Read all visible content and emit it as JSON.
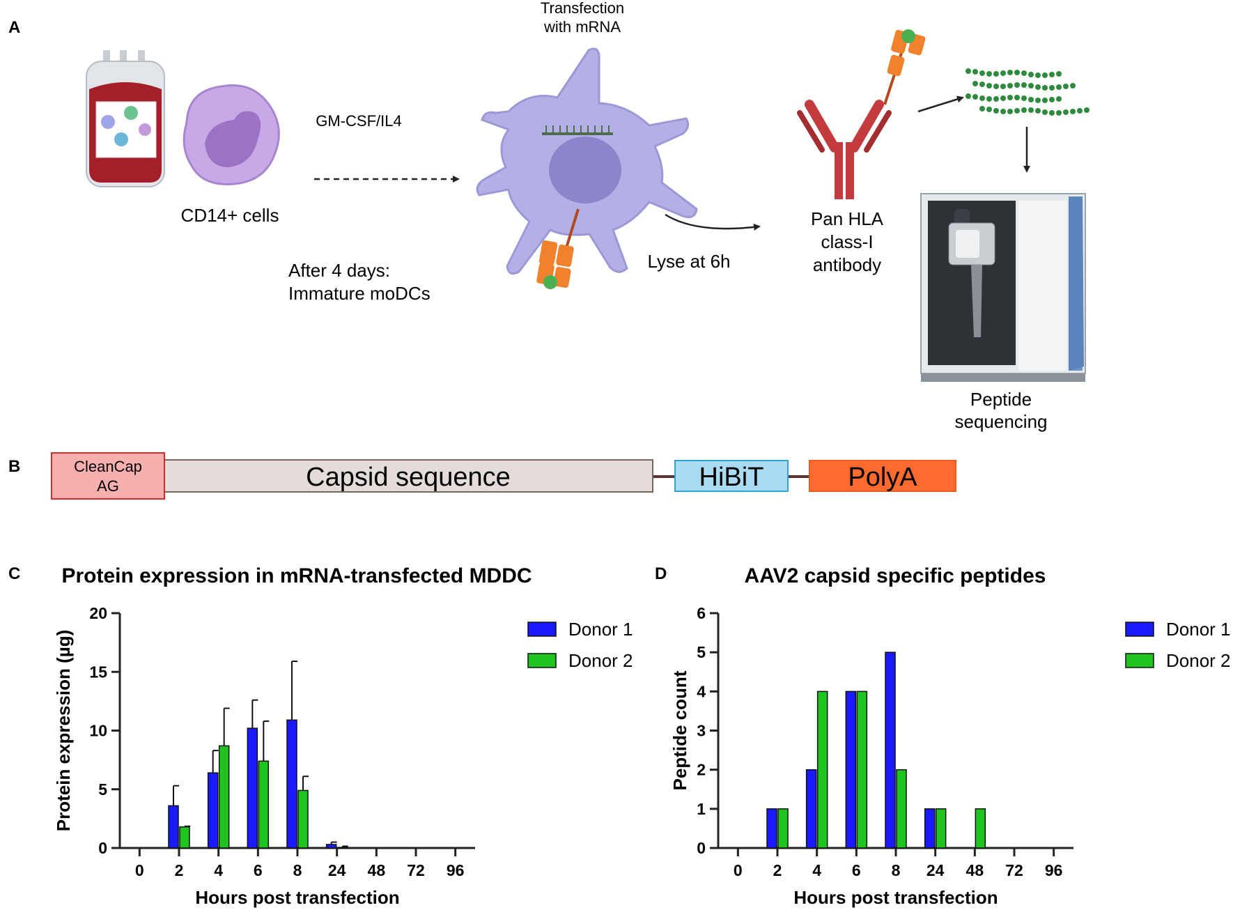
{
  "panels": {
    "a": "A",
    "b": "B",
    "c": "C",
    "d": "D"
  },
  "panel_a": {
    "cells_label": "CD14+ cells",
    "cytokines": "GM-CSF/IL4",
    "after_days_1": "After 4 days:",
    "after_days_2": "Immature moDCs",
    "transfection_1": "Transfection",
    "transfection_2": "with mRNA",
    "lyse": "Lyse at 6h",
    "antibody_1": "Pan HLA",
    "antibody_2": "class-I",
    "antibody_3": "antibody",
    "sequencing_1": "Peptide",
    "sequencing_2": "sequencing"
  },
  "panel_b": {
    "cap_1": "CleanCap",
    "cap_2": "AG",
    "capsid": "Capsid sequence",
    "hibit": "HiBiT",
    "polya": "PolyA"
  },
  "colors": {
    "donor1": "#1a1aff",
    "donor2": "#1fc41f",
    "cap_fill": "#f7b0ae",
    "hibit_fill": "#a9dcf2",
    "polya_fill": "#ff6a2e",
    "capsid_fill": "#e4dcda",
    "cell_purple": "#b3b0e6",
    "antibody_red": "#c33b3d"
  },
  "chart_data": [
    {
      "type": "bar",
      "title": "Protein expression in mRNA-transfected MDDC",
      "xlabel": "Hours post transfection",
      "ylabel": "Protein expression (µg)",
      "categories": [
        "0",
        "2",
        "4",
        "6",
        "8",
        "24",
        "48",
        "72",
        "96"
      ],
      "ylim": [
        0,
        20
      ],
      "yticks": [
        "0",
        "5",
        "10",
        "15",
        "20"
      ],
      "legend_position": "top-right",
      "grid": false,
      "series": [
        {
          "name": "Donor 1",
          "values": [
            0,
            3.6,
            6.4,
            10.2,
            10.9,
            0.3,
            0,
            0,
            0
          ],
          "error": [
            0,
            1.7,
            1.9,
            2.4,
            5.0,
            0.2,
            0,
            0,
            0
          ]
        },
        {
          "name": "Donor 2",
          "values": [
            0,
            1.8,
            8.7,
            7.4,
            4.9,
            0.05,
            0,
            0,
            0
          ],
          "error": [
            0,
            0.05,
            3.2,
            3.4,
            1.2,
            0.1,
            0,
            0,
            0
          ]
        }
      ]
    },
    {
      "type": "bar",
      "title": "AAV2 capsid specific peptides",
      "xlabel": "Hours post transfection",
      "ylabel": "Peptide count",
      "categories": [
        "0",
        "2",
        "4",
        "6",
        "8",
        "24",
        "48",
        "72",
        "96"
      ],
      "ylim": [
        0,
        6
      ],
      "yticks": [
        "0",
        "1",
        "2",
        "3",
        "4",
        "5",
        "6"
      ],
      "legend_position": "top-right",
      "grid": false,
      "series": [
        {
          "name": "Donor 1",
          "values": [
            0,
            1,
            2,
            4,
            5,
            1,
            0,
            0,
            0
          ]
        },
        {
          "name": "Donor 2",
          "values": [
            0,
            1,
            4,
            4,
            2,
            1,
            1,
            0,
            0
          ]
        }
      ]
    }
  ]
}
